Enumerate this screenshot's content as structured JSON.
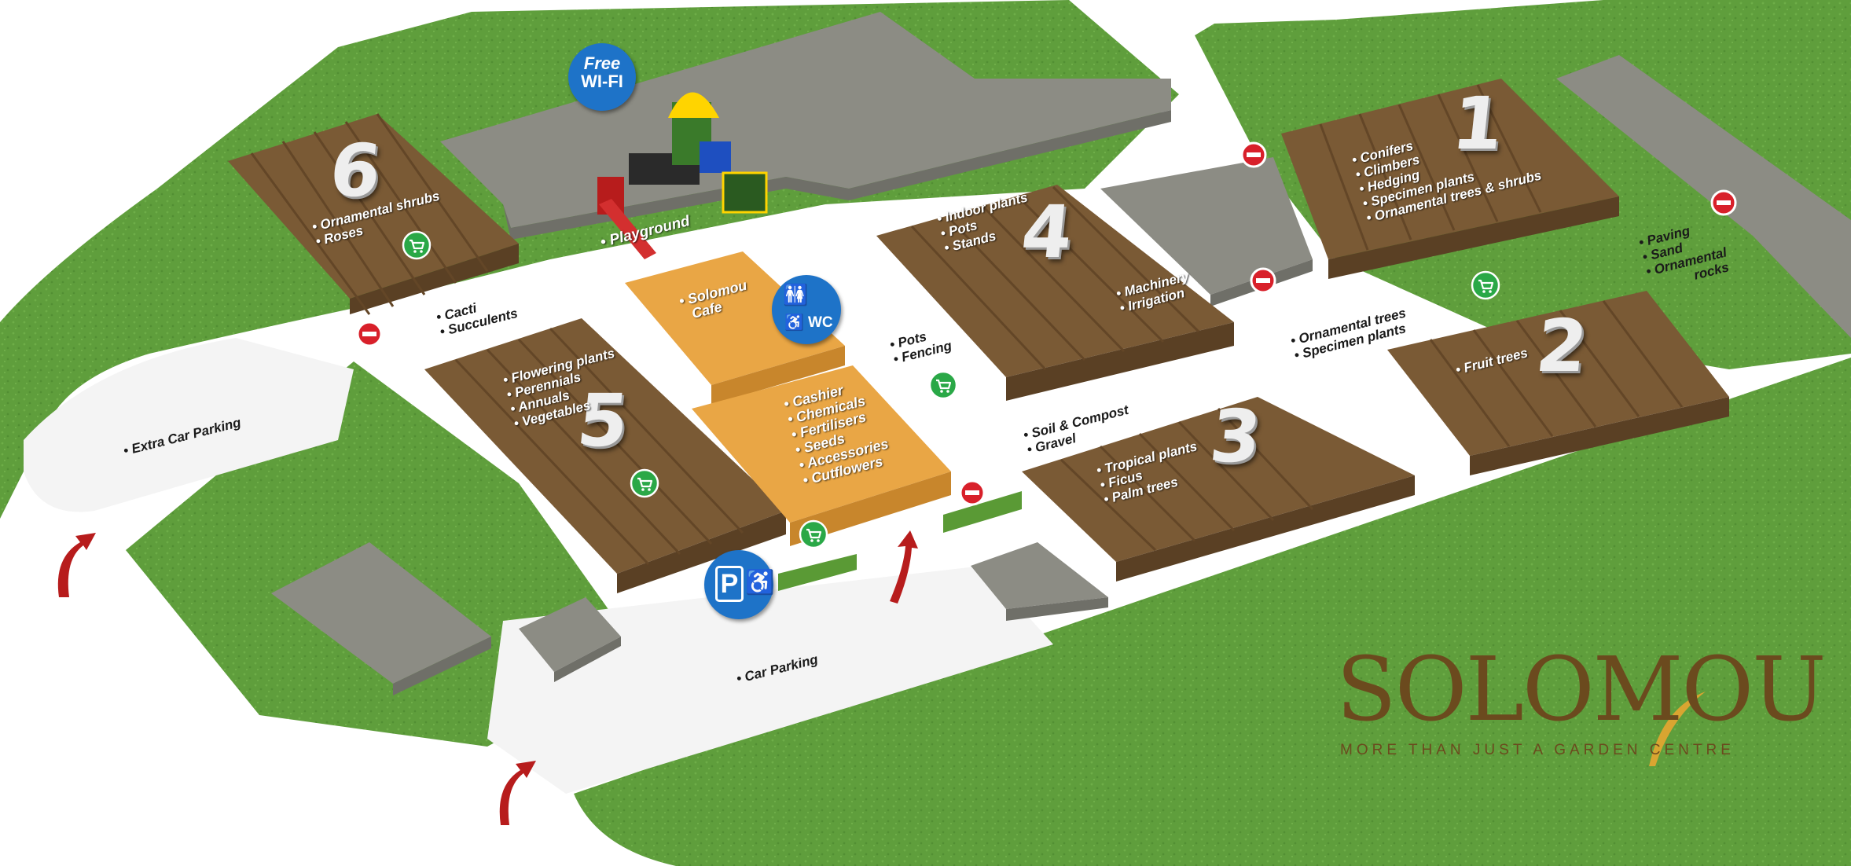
{
  "brand": {
    "name": "SOLOMOU",
    "tagline": "MORE THAN JUST A GARDEN CENTRE"
  },
  "badges": {
    "wifi_line1": "Free",
    "wifi_line2": "WI-FI",
    "wc": "WC",
    "parking": "P"
  },
  "zones": {
    "z1": {
      "number": "1",
      "items": [
        "Conifers",
        "Climbers",
        "Hedging",
        "Specimen plants",
        "Ornamental trees & shrubs"
      ]
    },
    "z2": {
      "number": "2",
      "items": [
        "Fruit trees"
      ]
    },
    "z3": {
      "number": "3",
      "items": [
        "Tropical plants",
        "Ficus",
        "Palm trees"
      ]
    },
    "z4": {
      "number": "4",
      "items": [
        "Indoor plants",
        "Pots",
        "Stands"
      ],
      "items_b": [
        "Machinery",
        "Irrigation"
      ]
    },
    "z5": {
      "number": "5",
      "items": [
        "Flowering plants",
        "Perennials",
        "Annuals",
        "Vegetables"
      ]
    },
    "z6": {
      "number": "6",
      "items": [
        "Ornamental shrubs",
        "Roses"
      ]
    }
  },
  "areas": {
    "playground": "Playground",
    "cafe": [
      "Solomou",
      "Cafe"
    ],
    "shop": [
      "Cashier",
      "Chemicals",
      "Fertilisers",
      "Seeds",
      "Accessories",
      "Cutflowers"
    ]
  },
  "outdoor": {
    "cacti": [
      "Cacti",
      "Succulents"
    ],
    "pots_fencing": [
      "Pots",
      "Fencing"
    ],
    "soil": [
      "Soil & Compost",
      "Gravel"
    ],
    "ornamental_trees": [
      "Ornamental trees",
      "Specimen plants"
    ],
    "paving": [
      "Paving",
      "Sand",
      "Ornamental",
      "rocks"
    ]
  },
  "parking": {
    "extra": "Extra Car Parking",
    "main": "Car Parking"
  },
  "icons": {
    "cart": "shopping-cart-icon",
    "no_entry": "no-entry-icon",
    "arrow": "entrance-arrow-icon",
    "wifi": "wifi-icon",
    "toilet": "toilet-icon",
    "wheelchair": "wheelchair-icon",
    "parking": "parking-icon"
  },
  "colors": {
    "grass": "#5f9e3c",
    "road": "#f2f2f2",
    "building": "#8c8c84",
    "bed": "#7a5a35",
    "shop": "#e9a645",
    "badge_blue": "#1e73c8",
    "cart_green": "#2aa847",
    "no_entry_red": "#d8202a",
    "brand_brown": "#6b4a1e",
    "brand_gold": "#d9a531"
  }
}
